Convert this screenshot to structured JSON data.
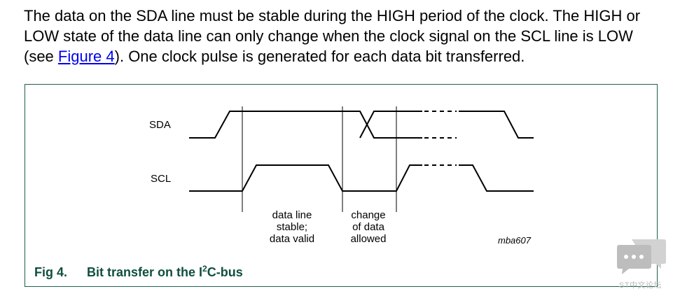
{
  "paragraph": {
    "before_link": "The data on the SDA line must be stable during the HIGH period of the clock. The HIGH or LOW state of the data line can only change when the clock signal on the SCL line is LOW (see ",
    "link_text": "Figure 4",
    "after_link": "). One clock pulse is generated for each data bit transferred."
  },
  "figure": {
    "signals": {
      "sda": "SDA",
      "scl": "SCL"
    },
    "annotation_stable": [
      "data line",
      "stable;",
      "data valid"
    ],
    "annotation_change": [
      "change",
      "of data",
      "allowed"
    ],
    "code": "mba607",
    "caption_number": "Fig 4.",
    "caption_title_pre": "Bit transfer on the I",
    "caption_sup": "2",
    "caption_title_post": "C-bus"
  },
  "watermark": {
    "text": "ST中文论坛",
    "icon": "chat-bubble-icon"
  },
  "colors": {
    "link": "#0000ee",
    "caption": "#0f4f3f",
    "border": "#1f5f4f",
    "watermark": "#c8c8c8"
  }
}
